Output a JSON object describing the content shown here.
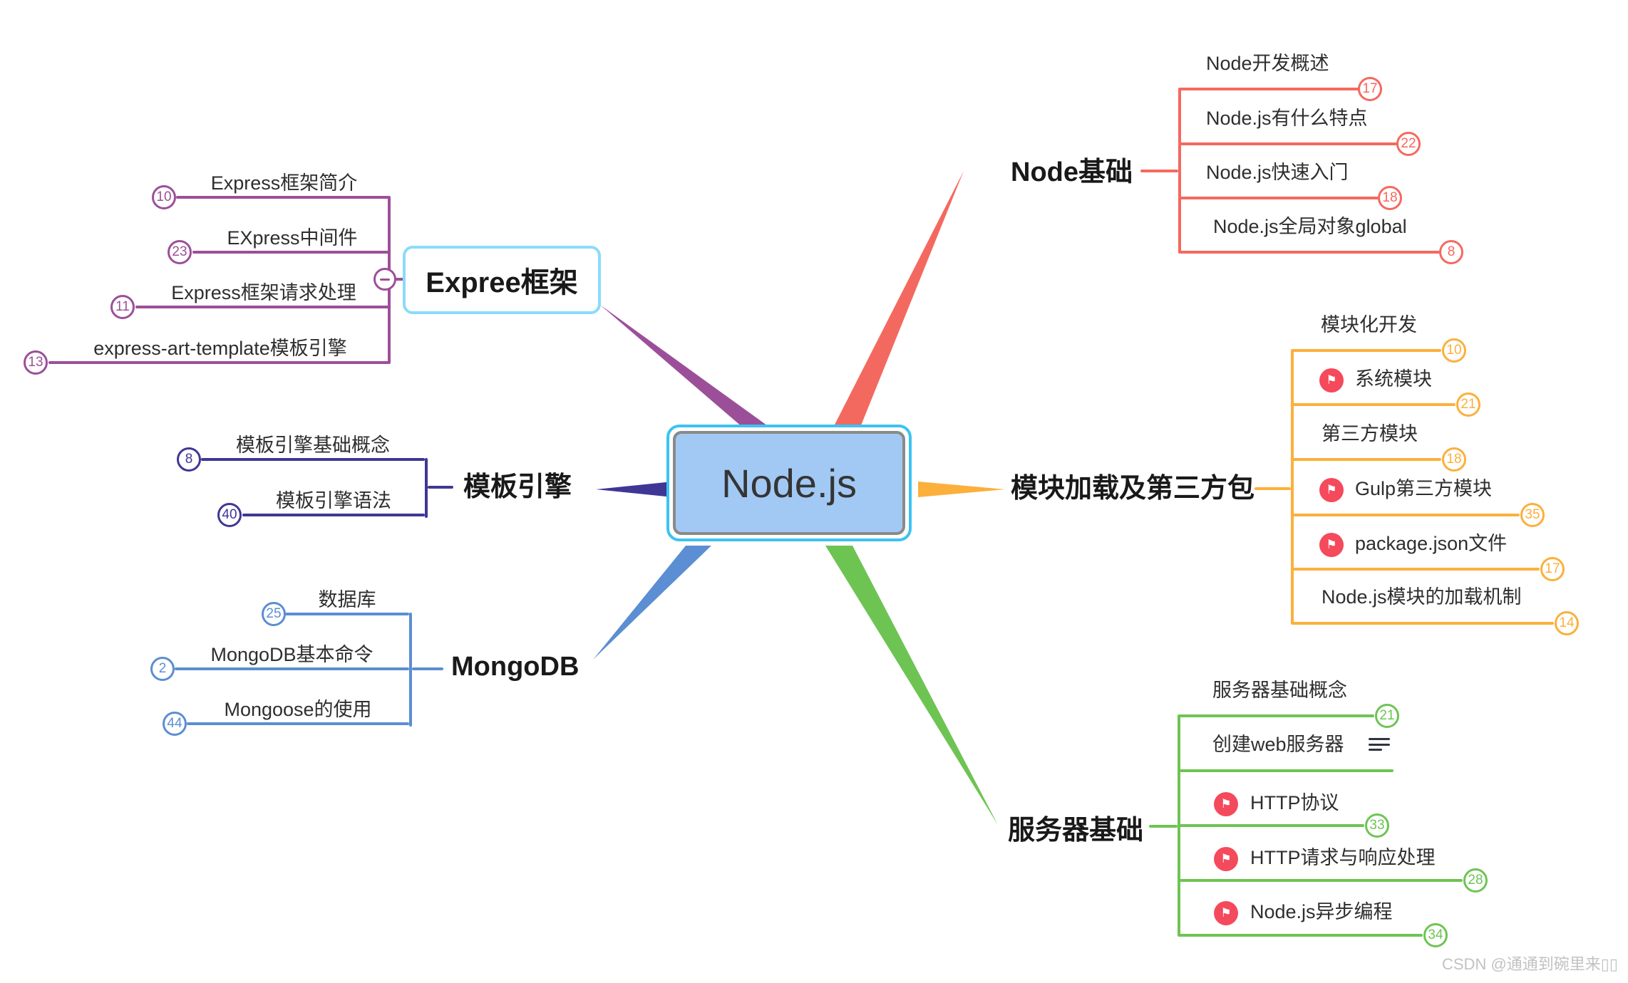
{
  "center": {
    "label": "Node.js"
  },
  "watermark": "CSDN @通通到碗里来▯▯",
  "icons": {
    "flag_glyph": "⚑"
  },
  "colors": {
    "express": "#9c4f99",
    "template_engine": "#3f3795",
    "mongodb": "#5b8ed2",
    "node_basics": "#f4695f",
    "modules": "#fbb03c",
    "server": "#6ec453",
    "center_border": "#3cc3f2",
    "center_fill": "#a2c9f4",
    "topic_box_border": "#8bdbfa",
    "flag_badge": "#f5495c"
  },
  "branches": [
    {
      "id": "express",
      "label": "Expree框架",
      "color": "#9c4f99",
      "side": "top-left",
      "children": [
        {
          "label": "Express框架简介",
          "badge": "10"
        },
        {
          "label": "EXpress中间件",
          "badge": "23"
        },
        {
          "label": "Express框架请求处理",
          "badge": "11"
        },
        {
          "label": "express-art-template模板引擎",
          "badge": "13"
        }
      ]
    },
    {
      "id": "template-engine",
      "label": "模板引擎",
      "color": "#3f3795",
      "side": "left",
      "children": [
        {
          "label": "模板引擎基础概念",
          "badge": "8"
        },
        {
          "label": "模板引擎语法",
          "badge": "40"
        }
      ]
    },
    {
      "id": "mongodb",
      "label": "MongoDB",
      "color": "#5b8ed2",
      "side": "bottom-left",
      "children": [
        {
          "label": "数据库",
          "badge": "25"
        },
        {
          "label": "MongoDB基本命令",
          "badge": "2"
        },
        {
          "label": "Mongoose的使用",
          "badge": "44"
        }
      ]
    },
    {
      "id": "node-basics",
      "label": "Node基础",
      "color": "#f4695f",
      "side": "top-right",
      "children": [
        {
          "label": "Node开发概述",
          "badge": "17"
        },
        {
          "label": "Node.js有什么特点",
          "badge": "22"
        },
        {
          "label": "Node.js快速入门",
          "badge": "18"
        },
        {
          "label": "Node.js全局对象global",
          "badge": "8"
        }
      ]
    },
    {
      "id": "modules",
      "label": "模块加载及第三方包",
      "color": "#fbb03c",
      "side": "right",
      "children": [
        {
          "label": "模块化开发",
          "badge": "10"
        },
        {
          "label": "系统模块",
          "badge": "21",
          "flag": true
        },
        {
          "label": "第三方模块",
          "badge": "18"
        },
        {
          "label": "Gulp第三方模块",
          "badge": "35",
          "flag": true
        },
        {
          "label": "package.json文件",
          "badge": "17",
          "flag": true
        },
        {
          "label": "Node.js模块的加载机制",
          "badge": "14"
        }
      ]
    },
    {
      "id": "server",
      "label": "服务器基础",
      "color": "#6ec453",
      "side": "bottom-right",
      "children": [
        {
          "label": "服务器基础概念",
          "badge": "21"
        },
        {
          "label": "创建web服务器",
          "badge": "",
          "menu": true
        },
        {
          "label": "HTTP协议",
          "badge": "33",
          "flag": true
        },
        {
          "label": "HTTP请求与响应处理",
          "badge": "28",
          "flag": true
        },
        {
          "label": "Node.js异步编程",
          "badge": "34",
          "flag": true
        }
      ]
    }
  ]
}
